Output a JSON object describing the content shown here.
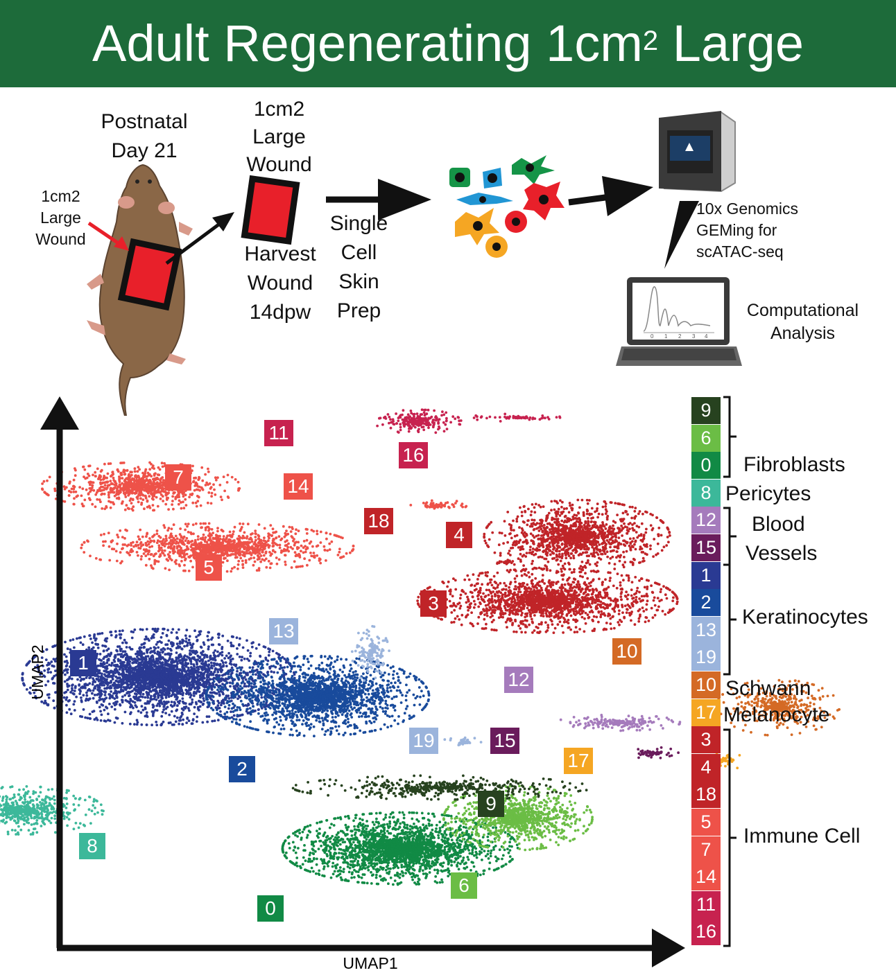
{
  "title": {
    "main": "Adult Regenerating 1cm",
    "sup": "2",
    "tail": " Large"
  },
  "workflow": {
    "age": [
      "Postnatal",
      "Day 21"
    ],
    "wound_side": [
      "1cm2",
      "Large",
      "Wound"
    ],
    "wound_top": [
      "1cm2",
      "Large",
      "Wound"
    ],
    "harvest": [
      "Harvest",
      "Wound",
      "14dpw"
    ],
    "prep": [
      "Single",
      "Cell",
      "Skin",
      "Prep"
    ],
    "gem": [
      "10x Genomics",
      "GEMing for",
      "scATAC-seq"
    ],
    "analysis": [
      "Computational",
      "Analysis"
    ],
    "laptop_ticks": [
      "0",
      "1",
      "2",
      "3",
      "4"
    ]
  },
  "chart_data": {
    "type": "scatter",
    "xlabel": "UMAP1",
    "ylabel": "UMAP2",
    "clusters": [
      {
        "id": "0",
        "color": "#118a45",
        "cx": 0.2,
        "cy": -1.9,
        "rx": 1.9,
        "ry": 0.9,
        "n": 2600
      },
      {
        "id": "1",
        "color": "#2a3a93",
        "cx": -3.9,
        "cy": 2.6,
        "rx": 2.2,
        "ry": 1.2,
        "n": 3400
      },
      {
        "id": "2",
        "color": "#194b9c",
        "cx": -1.2,
        "cy": 2.1,
        "rx": 1.8,
        "ry": 1.0,
        "n": 2400
      },
      {
        "id": "3",
        "color": "#c02428",
        "cx": 2.7,
        "cy": 4.6,
        "rx": 2.1,
        "ry": 0.8,
        "n": 1900
      },
      {
        "id": "4",
        "color": "#c02428",
        "cx": 3.2,
        "cy": 6.3,
        "rx": 1.5,
        "ry": 0.9,
        "n": 1500
      },
      {
        "id": "5",
        "color": "#ee5249",
        "cx": -2.9,
        "cy": 6.0,
        "rx": 2.2,
        "ry": 0.6,
        "n": 1300
      },
      {
        "id": "6",
        "color": "#6bbd45",
        "cx": 2.2,
        "cy": -1.1,
        "rx": 1.2,
        "ry": 0.8,
        "n": 1100
      },
      {
        "id": "7",
        "color": "#ee5249",
        "cx": -4.2,
        "cy": 7.6,
        "rx": 1.6,
        "ry": 0.6,
        "n": 1000
      },
      {
        "id": "8",
        "color": "#3cb89a",
        "cx": -6.2,
        "cy": -0.9,
        "rx": 1.3,
        "ry": 0.6,
        "n": 700
      },
      {
        "id": "9",
        "color": "#27421f",
        "cx": 0.9,
        "cy": -0.3,
        "rx": 2.4,
        "ry": 0.3,
        "n": 500
      },
      {
        "id": "10",
        "color": "#d46a25",
        "cx": 6.6,
        "cy": 1.8,
        "rx": 1.0,
        "ry": 0.7,
        "n": 450
      },
      {
        "id": "11",
        "color": "#c7224f",
        "cx": 0.5,
        "cy": 9.3,
        "rx": 0.7,
        "ry": 0.3,
        "n": 280
      },
      {
        "id": "12",
        "color": "#a57bbc",
        "cx": 3.9,
        "cy": 1.4,
        "rx": 1.0,
        "ry": 0.2,
        "n": 220
      },
      {
        "id": "13",
        "color": "#9bb4dc",
        "cx": -0.3,
        "cy": 3.2,
        "rx": 0.3,
        "ry": 0.7,
        "n": 150
      },
      {
        "id": "14",
        "color": "#ee5249",
        "cx": 0.8,
        "cy": 7.1,
        "rx": 0.5,
        "ry": 0.15,
        "n": 60
      },
      {
        "id": "15",
        "color": "#6a1c5c",
        "cx": 4.5,
        "cy": 0.6,
        "rx": 0.4,
        "ry": 0.15,
        "n": 60
      },
      {
        "id": "16",
        "color": "#c7224f",
        "cx": 2.2,
        "cy": 9.4,
        "rx": 0.9,
        "ry": 0.1,
        "n": 60
      },
      {
        "id": "17",
        "color": "#f5a623",
        "cx": 5.7,
        "cy": 0.4,
        "rx": 0.3,
        "ry": 0.25,
        "n": 35
      },
      {
        "id": "18",
        "color": "#c02428",
        "cx": 2.0,
        "cy": 5.6,
        "rx": 0.3,
        "ry": 0.05,
        "n": 20
      },
      {
        "id": "19",
        "color": "#9bb4dc",
        "cx": 1.3,
        "cy": 0.9,
        "rx": 0.4,
        "ry": 0.1,
        "n": 40
      }
    ],
    "legend": [
      {
        "id": "9",
        "color": "#27421f"
      },
      {
        "id": "6",
        "color": "#6bbd45"
      },
      {
        "id": "0",
        "color": "#118a45"
      },
      {
        "id": "8",
        "color": "#3cb89a"
      },
      {
        "id": "12",
        "color": "#a57bbc"
      },
      {
        "id": "15",
        "color": "#6a1c5c"
      },
      {
        "id": "1",
        "color": "#2a3a93"
      },
      {
        "id": "2",
        "color": "#194b9c"
      },
      {
        "id": "13",
        "color": "#9bb4dc"
      },
      {
        "id": "19",
        "color": "#9bb4dc"
      },
      {
        "id": "10",
        "color": "#d46a25"
      },
      {
        "id": "17",
        "color": "#f5a623"
      },
      {
        "id": "3",
        "color": "#c02428"
      },
      {
        "id": "4",
        "color": "#c02428"
      },
      {
        "id": "18",
        "color": "#c02428"
      },
      {
        "id": "5",
        "color": "#ee5249"
      },
      {
        "id": "7",
        "color": "#ee5249"
      },
      {
        "id": "14",
        "color": "#ee5249"
      },
      {
        "id": "11",
        "color": "#c7224f"
      },
      {
        "id": "16",
        "color": "#c7224f"
      }
    ],
    "categories": [
      "Fibroblasts",
      "Pericytes",
      "Blood",
      "Vessels",
      "Keratinocytes",
      "Schwann",
      "Melanocyte",
      "Immune Cell"
    ]
  }
}
